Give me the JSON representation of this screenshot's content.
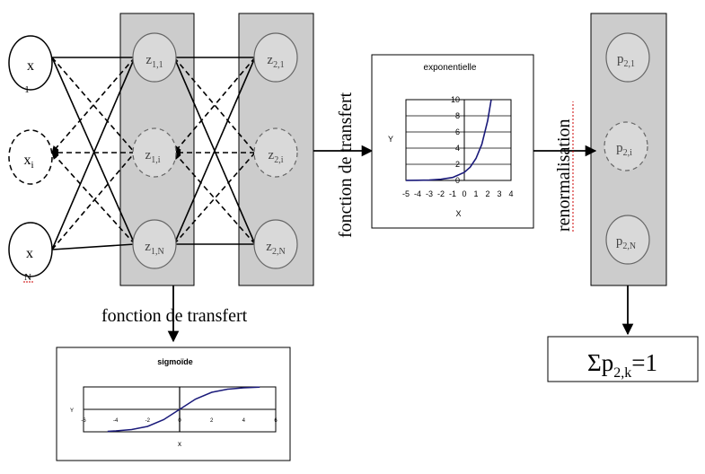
{
  "colors": {
    "panel_fill": "#cccccc",
    "node_fill": "#d9d9d9",
    "curve": "#1a1a7a",
    "line": "#000000",
    "spell_underline": "#cc0000"
  },
  "inputs": [
    {
      "main": "x",
      "sub": "1"
    },
    {
      "main": "x",
      "sub": "i"
    },
    {
      "main": "x",
      "sub": "N"
    }
  ],
  "hidden1": [
    {
      "main": "z",
      "sub": "1,1"
    },
    {
      "main": "z",
      "sub": "1,i"
    },
    {
      "main": "z",
      "sub": "1,N"
    }
  ],
  "hidden2": [
    {
      "main": "z",
      "sub": "2,1"
    },
    {
      "main": "z",
      "sub": "2,i"
    },
    {
      "main": "z",
      "sub": "2,N"
    }
  ],
  "outputs": [
    {
      "main": "p",
      "sub": "2,1"
    },
    {
      "main": "p",
      "sub": "2,i"
    },
    {
      "main": "p",
      "sub": "2,N"
    }
  ],
  "labels": {
    "transfer_bottom": "fonction de transfert",
    "transfer_vertical": "fonction de transfert",
    "renormalisation": "renormalisation"
  },
  "formula": {
    "sigma": "Σp",
    "sub": "2,k",
    "rhs": "=1"
  },
  "chart_data": [
    {
      "type": "line",
      "title": "exponentielle",
      "xlabel": "X",
      "ylabel": "Y",
      "xlim": [
        -5,
        4
      ],
      "ylim": [
        0,
        10
      ],
      "x_ticks": [
        "-5",
        "-4",
        "-3",
        "-2",
        "-1",
        "0",
        "1",
        "2",
        "3",
        "4"
      ],
      "y_ticks": [
        "0",
        "2",
        "4",
        "6",
        "8",
        "10"
      ],
      "grid": true,
      "series": [
        {
          "x": [
            -5,
            -4,
            -3,
            -2,
            -1,
            0,
            0.5,
            1,
            1.5,
            2,
            2.3
          ],
          "y": [
            0.007,
            0.018,
            0.05,
            0.14,
            0.37,
            1,
            1.65,
            2.72,
            4.48,
            7.39,
            9.97
          ]
        }
      ]
    },
    {
      "type": "line",
      "title": "sigmoïde",
      "xlabel": "x",
      "ylabel": "Y",
      "xlim": [
        -6,
        6
      ],
      "ylim": [
        -1,
        1
      ],
      "x_ticks": [
        "-6",
        "-4",
        "-2",
        "0",
        "2",
        "4",
        "6"
      ],
      "y_ticks": [],
      "grid": false,
      "series": [
        {
          "x": [
            -4.5,
            -4,
            -3,
            -2,
            -1,
            0,
            1,
            2,
            3,
            4,
            5
          ],
          "y": [
            -0.98,
            -0.96,
            -0.9,
            -0.76,
            -0.46,
            0,
            0.46,
            0.76,
            0.9,
            0.96,
            0.99
          ]
        }
      ]
    }
  ]
}
